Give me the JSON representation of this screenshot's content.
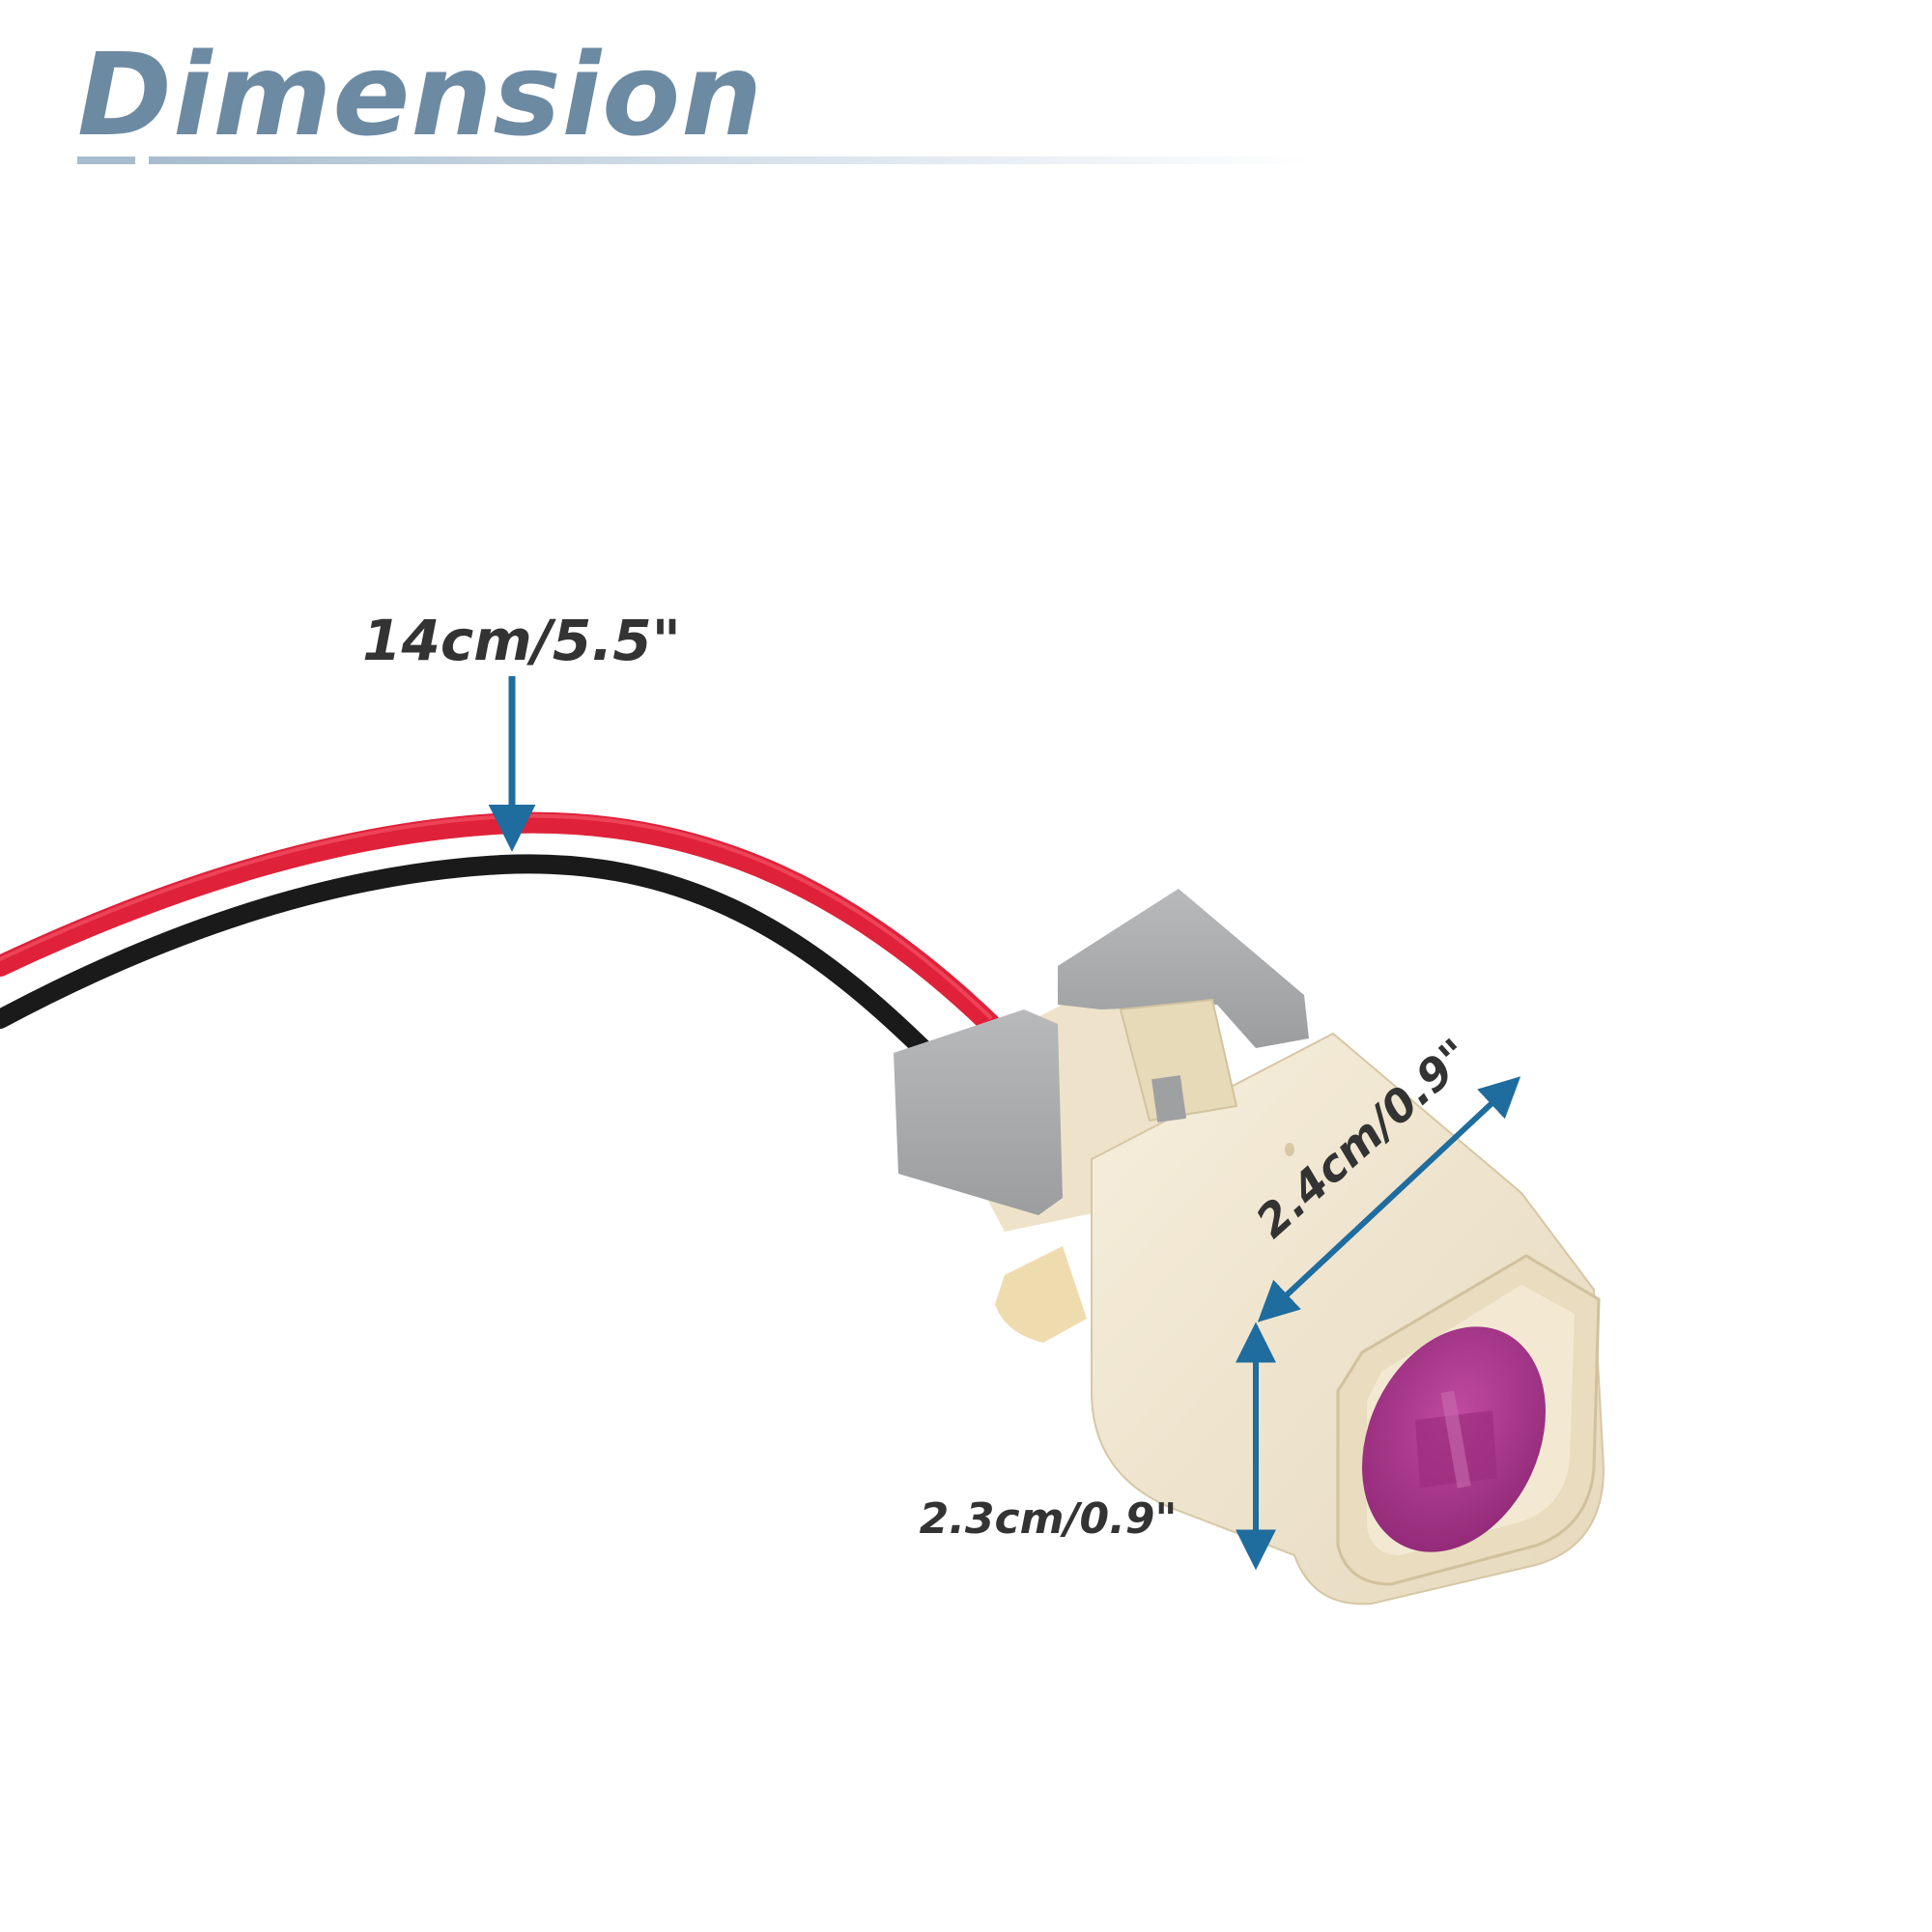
{
  "header": {
    "title": "Dimension"
  },
  "dimensions": {
    "cable_length": "14cm/5.5\"",
    "connector_length": "2.4cm/0.9\"",
    "connector_height": "2.3cm/0.9\""
  },
  "colors": {
    "title": "#6d8aa3",
    "arrow": "#1f6c9e",
    "red_wire": "#e0213a",
    "black_wire": "#1a1a1a",
    "housing": "#f1e7d2",
    "clip": "#a8a9ab",
    "insert": "#a8338a"
  }
}
